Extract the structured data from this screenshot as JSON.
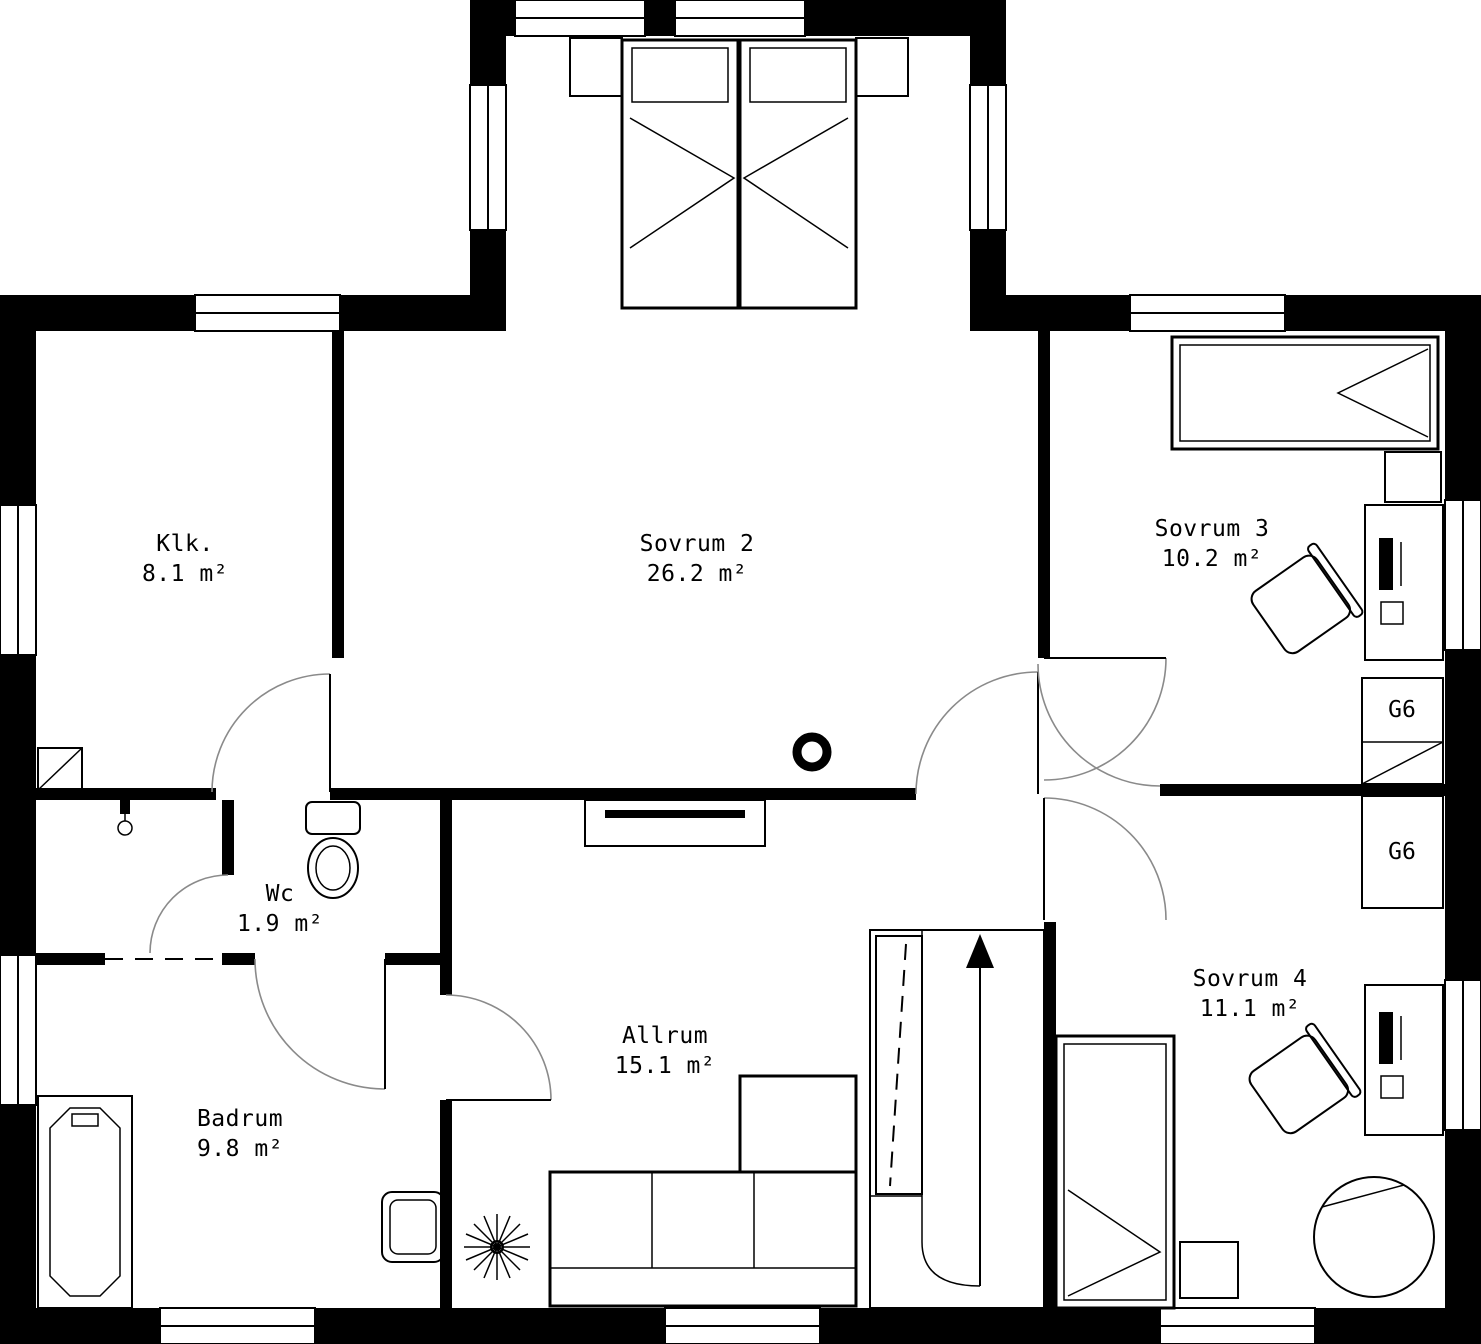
{
  "plan": {
    "type": "floorplan",
    "colors": {
      "wall": "#000000",
      "background": "#ffffff",
      "door_arc": "#8a8a8a",
      "line": "#000000"
    }
  },
  "rooms": [
    {
      "name": "Klk.",
      "area": "8.1 m²"
    },
    {
      "name": "Sovrum 2",
      "area": "26.2 m²"
    },
    {
      "name": "Sovrum 3",
      "area": "10.2 m²"
    },
    {
      "name": "Wc",
      "area": "1.9 m²"
    },
    {
      "name": "Badrum",
      "area": "9.8 m²"
    },
    {
      "name": "Allrum",
      "area": "15.1 m²"
    },
    {
      "name": "Sovrum 4",
      "area": "11.1 m²"
    }
  ],
  "cabinets": [
    {
      "label": "G6"
    },
    {
      "label": "G6"
    }
  ]
}
